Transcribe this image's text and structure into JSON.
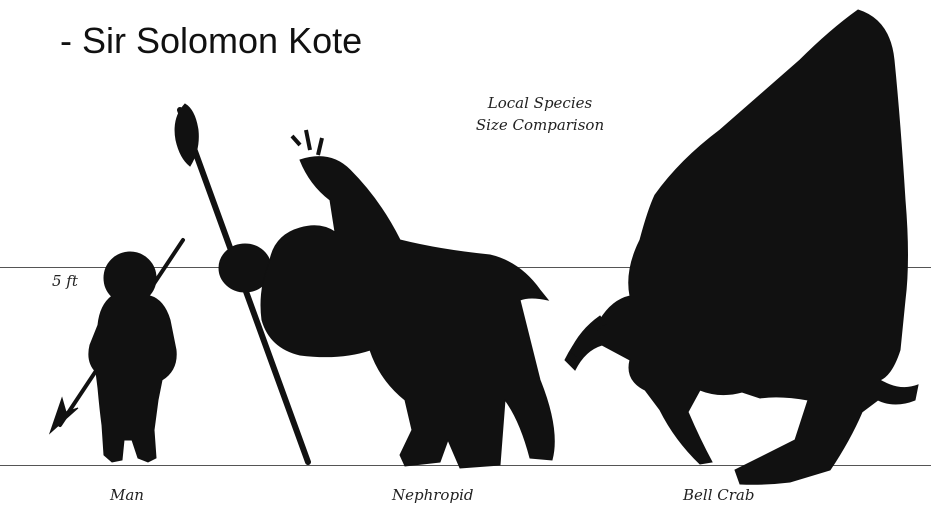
{
  "title": "- Sir Solomon Kote",
  "caption": {
    "line1": "Local Species",
    "line2": "Size Comparison"
  },
  "height_marker": "5 ft",
  "species": [
    {
      "name": "Man"
    },
    {
      "name": "Nephropid"
    },
    {
      "name": "Bell Crab"
    }
  ],
  "colors": {
    "silhouette": "#111111",
    "background": "#ffffff",
    "lines": "#555555"
  }
}
